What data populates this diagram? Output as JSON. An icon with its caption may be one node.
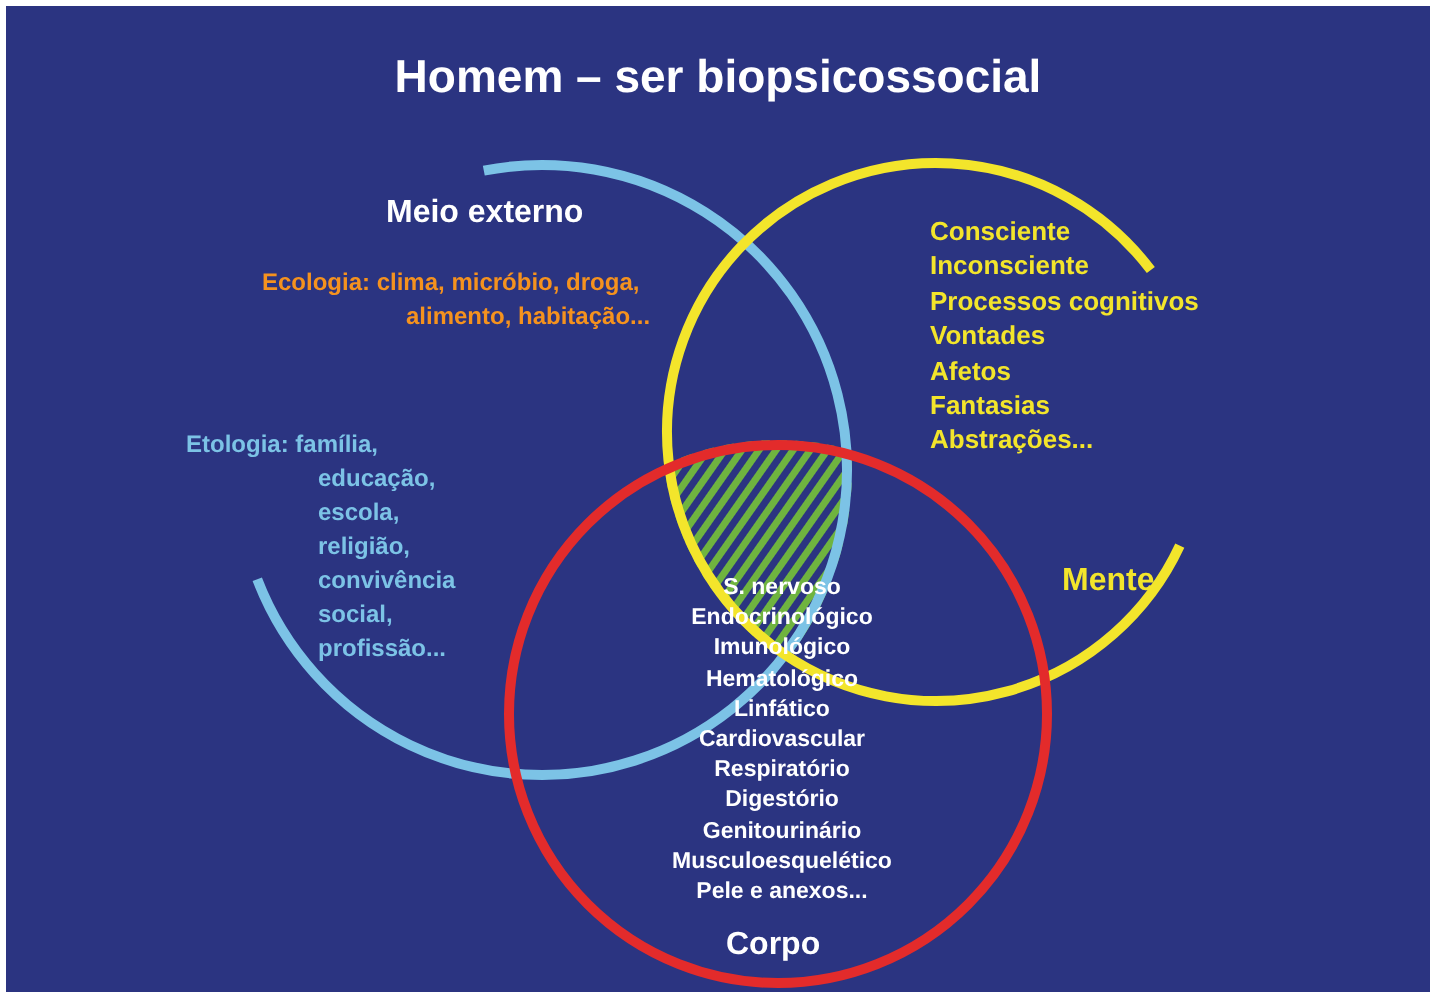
{
  "diagram": {
    "title": "Homem – ser biopsicossocial",
    "nodes": [
      {
        "text": [
          "Meio externo",
          "Ecologia: clima, micróbio, droga, alimento, habitação...",
          "Etologia: família, educação, escola, religião, convivência social, profissão..."
        ]
      },
      {
        "text": [
          "Consciente",
          "Inconsciente",
          "Processos cognitivos",
          "Vontades",
          "Afetos",
          "Fantasias",
          "Abstrações...",
          "Mente"
        ]
      },
      {
        "text": [
          "S. nervoso",
          "Endocrinológico",
          "Imunológico",
          "Hematológico",
          "Linfático",
          "Cardiovascular",
          "Respiratório",
          "Digestório",
          "Genitourinário",
          "Musculoesquelético",
          "Pele e anexos...",
          "Corpo"
        ]
      }
    ],
    "edges": []
  }
}
